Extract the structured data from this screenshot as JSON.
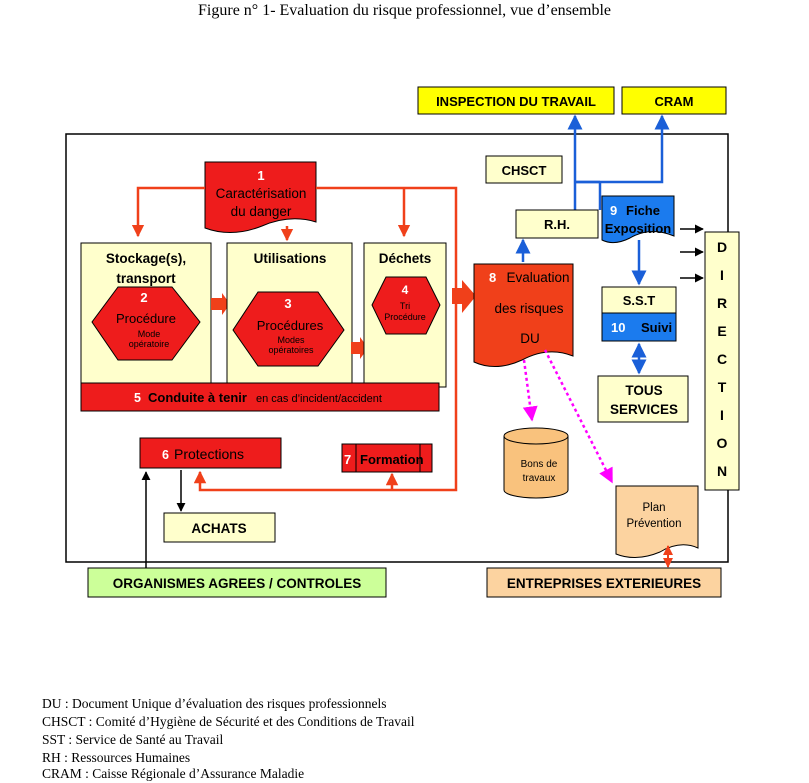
{
  "title": "Figure n° 1- Evaluation du risque professionnel, vue d’ensemble",
  "boxes": {
    "inspection": "INSPECTION DU TRAVAIL",
    "cram": "CRAM",
    "chsct": "CHSCT",
    "rh": "R.H.",
    "fiche_num": "9",
    "fiche_line1": "Fiche",
    "fiche_line2": "Exposition",
    "direction": [
      "D",
      "I",
      "R",
      "E",
      "C",
      "T",
      "I",
      "O",
      "N"
    ],
    "caracterisation": {
      "num": "1",
      "line1": "Caractérisation",
      "line2": "du danger"
    },
    "stockage": {
      "line1": "Stockage(s),",
      "line2": "transport"
    },
    "utilisations": "Utilisations",
    "dechets": "Déchets",
    "procedure2": {
      "num": "2",
      "title": "Procédure",
      "sub1": "Mode",
      "sub2": "opératoire"
    },
    "procedure3": {
      "num": "3",
      "title": "Procédures",
      "sub1": "Modes",
      "sub2": "opératoires"
    },
    "procedure4": {
      "num": "4",
      "sub1": "Tri",
      "sub2": "Procédure"
    },
    "evaluation": {
      "num": "8",
      "line1": "Evaluation",
      "line2": "des risques",
      "line3": "DU"
    },
    "sst": "S.S.T",
    "suivi_num": "10",
    "suivi": "Suivi",
    "tous_line1": "TOUS",
    "tous_line2": "SERVICES",
    "conduite": {
      "num": "5",
      "bold": "Conduite à tenir",
      "rest": "en cas d’incident/accident"
    },
    "protections": {
      "num": "6",
      "label": "Protections"
    },
    "formation": {
      "num": "7",
      "label": "Formation"
    },
    "achats": "ACHATS",
    "bons_line1": "Bons de",
    "bons_line2": "travaux",
    "plan_line1": "Plan",
    "plan_line2": "Prévention",
    "organismes": "ORGANISMES AGREES / CONTROLES",
    "entreprises": "ENTREPRISES EXTERIEURES"
  },
  "legend": [
    "DU : Document Unique d’évaluation des risques professionnels",
    "CHSCT : Comité d’Hygiène de Sécurité et des Conditions de Travail",
    "SST : Service de Santé au Travail",
    "RH : Ressources Humaines",
    "CRAM : Caisse Régionale d’Assurance Maladie"
  ],
  "colors": {
    "red": "#ee1c1c",
    "orange_red": "#f0401a",
    "yellow": "#ffff00",
    "cream": "#ffffcc",
    "blue": "#1b7bee",
    "blue_arrow": "#1a5fd8",
    "magenta": "#ff00ff",
    "light_green": "#ccff99",
    "peach": "#fcd3a0",
    "orange_drum": "#f9c27d"
  }
}
